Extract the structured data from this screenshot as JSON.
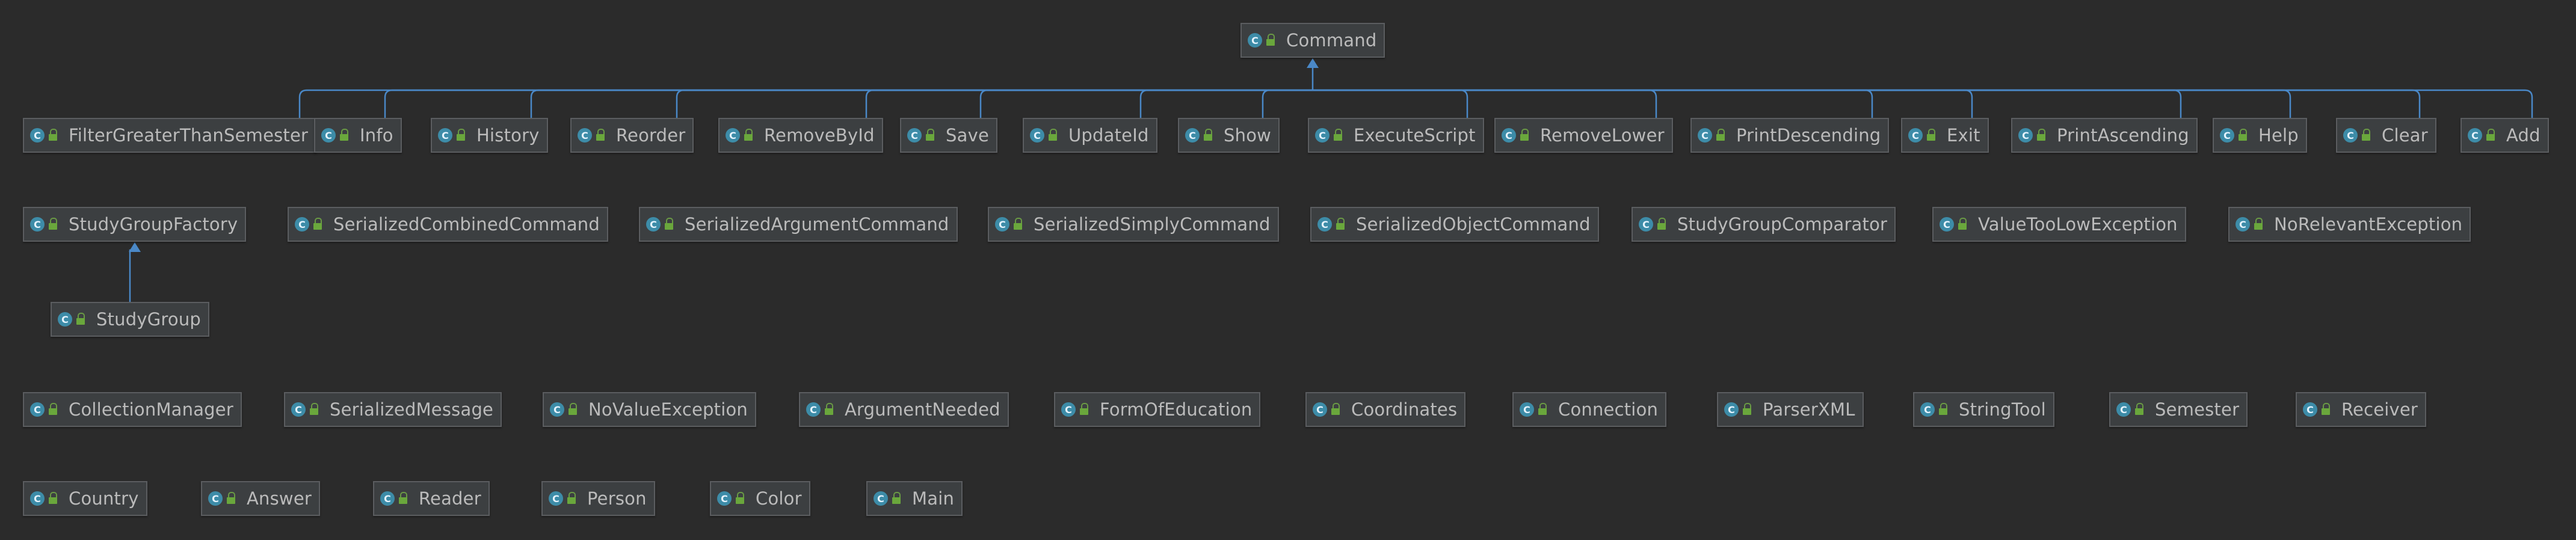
{
  "diagram": {
    "type": "class-hierarchy",
    "colors": {
      "background": "#2b2b2b",
      "node_fill": "#3c3f41",
      "node_border": "#5b5d60",
      "edge": "#4a88c7",
      "class_icon": "#3d8ca8",
      "lock_icon": "#6aa73c",
      "text": "#bbbbbb"
    },
    "icons": {
      "class": "class-c-icon",
      "visibility": "lock-icon",
      "class_glyph": "C"
    },
    "root": "Command",
    "nodes": [
      {
        "id": "command",
        "label": "Command"
      },
      {
        "id": "filtergreaterthansemester",
        "label": "FilterGreaterThanSemester"
      },
      {
        "id": "info",
        "label": "Info"
      },
      {
        "id": "history",
        "label": "History"
      },
      {
        "id": "reorder",
        "label": "Reorder"
      },
      {
        "id": "removebyid",
        "label": "RemoveById"
      },
      {
        "id": "save",
        "label": "Save"
      },
      {
        "id": "updateid",
        "label": "UpdateId"
      },
      {
        "id": "show",
        "label": "Show"
      },
      {
        "id": "executescript",
        "label": "ExecuteScript"
      },
      {
        "id": "removelower",
        "label": "RemoveLower"
      },
      {
        "id": "printdescending",
        "label": "PrintDescending"
      },
      {
        "id": "exit",
        "label": "Exit"
      },
      {
        "id": "printascending",
        "label": "PrintAscending"
      },
      {
        "id": "help",
        "label": "Help"
      },
      {
        "id": "clear",
        "label": "Clear"
      },
      {
        "id": "add",
        "label": "Add"
      },
      {
        "id": "studygroupfactory",
        "label": "StudyGroupFactory"
      },
      {
        "id": "serializedcombinedcommand",
        "label": "SerializedCombinedCommand"
      },
      {
        "id": "serializedargumentcommand",
        "label": "SerializedArgumentCommand"
      },
      {
        "id": "serializedsimplycommand",
        "label": "SerializedSimplyCommand"
      },
      {
        "id": "serializedobjectcommand",
        "label": "SerializedObjectCommand"
      },
      {
        "id": "studygroupcomparator",
        "label": "StudyGroupComparator"
      },
      {
        "id": "valuetoolowexception",
        "label": "ValueTooLowException"
      },
      {
        "id": "norelevantexception",
        "label": "NoRelevantException"
      },
      {
        "id": "studygroup",
        "label": "StudyGroup"
      },
      {
        "id": "collectionmanager",
        "label": "CollectionManager"
      },
      {
        "id": "serializedmessage",
        "label": "SerializedMessage"
      },
      {
        "id": "novalueexception",
        "label": "NoValueException"
      },
      {
        "id": "argumentneeded",
        "label": "ArgumentNeeded"
      },
      {
        "id": "formofeducation",
        "label": "FormOfEducation"
      },
      {
        "id": "coordinates",
        "label": "Coordinates"
      },
      {
        "id": "connection",
        "label": "Connection"
      },
      {
        "id": "parserxml",
        "label": "ParserXML"
      },
      {
        "id": "stringtool",
        "label": "StringTool"
      },
      {
        "id": "semester",
        "label": "Semester"
      },
      {
        "id": "receiver",
        "label": "Receiver"
      },
      {
        "id": "country",
        "label": "Country"
      },
      {
        "id": "answer",
        "label": "Answer"
      },
      {
        "id": "reader",
        "label": "Reader"
      },
      {
        "id": "person",
        "label": "Person"
      },
      {
        "id": "color",
        "label": "Color"
      },
      {
        "id": "main",
        "label": "Main"
      }
    ],
    "edges": [
      {
        "from": "filtergreaterthansemester",
        "to": "command"
      },
      {
        "from": "info",
        "to": "command"
      },
      {
        "from": "history",
        "to": "command"
      },
      {
        "from": "reorder",
        "to": "command"
      },
      {
        "from": "removebyid",
        "to": "command"
      },
      {
        "from": "save",
        "to": "command"
      },
      {
        "from": "updateid",
        "to": "command"
      },
      {
        "from": "show",
        "to": "command"
      },
      {
        "from": "executescript",
        "to": "command"
      },
      {
        "from": "removelower",
        "to": "command"
      },
      {
        "from": "printdescending",
        "to": "command"
      },
      {
        "from": "exit",
        "to": "command"
      },
      {
        "from": "printascending",
        "to": "command"
      },
      {
        "from": "help",
        "to": "command"
      },
      {
        "from": "clear",
        "to": "command"
      },
      {
        "from": "add",
        "to": "command"
      },
      {
        "from": "studygroup",
        "to": "studygroupfactory"
      }
    ]
  }
}
